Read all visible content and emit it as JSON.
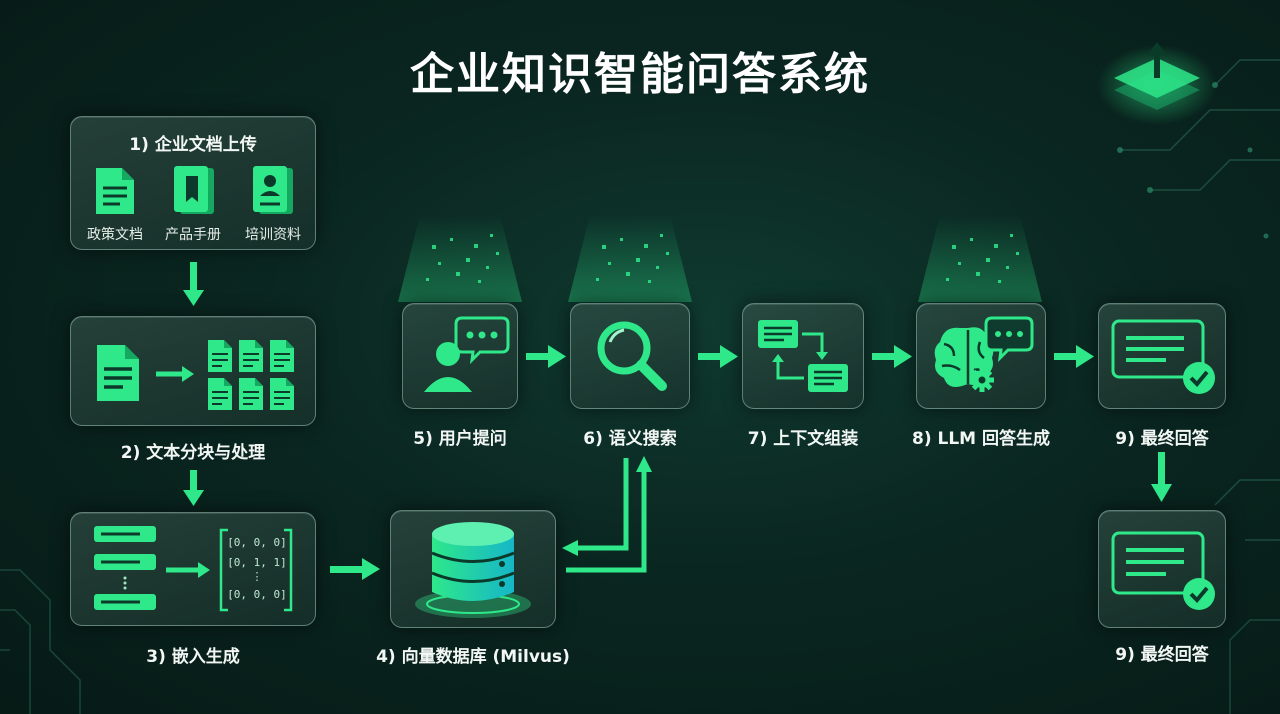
{
  "title": "企业知识智能问答系统",
  "nodes": {
    "upload": {
      "label": "1) 企业文档上传",
      "docs": [
        "政策文档",
        "产品手册",
        "培训资料"
      ]
    },
    "chunk": {
      "label": "2) 文本分块与处理"
    },
    "embed": {
      "label": "3) 嵌入生成",
      "vectors": [
        "[0, 0, 0]",
        "[0, 1, 1]",
        "⋮",
        "[0, 0, 0]"
      ]
    },
    "vectordb": {
      "label": "4) 向量数据库 (Milvus)"
    },
    "question": {
      "label": "5) 用户提问"
    },
    "search": {
      "label": "6) 语义搜索"
    },
    "context": {
      "label": "7) 上下文组装"
    },
    "llm": {
      "label": "8) LLM 回答生成"
    },
    "answer_top": {
      "label": "9) 最终回答"
    },
    "answer_bottom": {
      "label": "9) 最终回答"
    }
  },
  "colors": {
    "accent": "#2ee88a",
    "accent_dark": "#12b865",
    "card_border": "#96beaf"
  }
}
